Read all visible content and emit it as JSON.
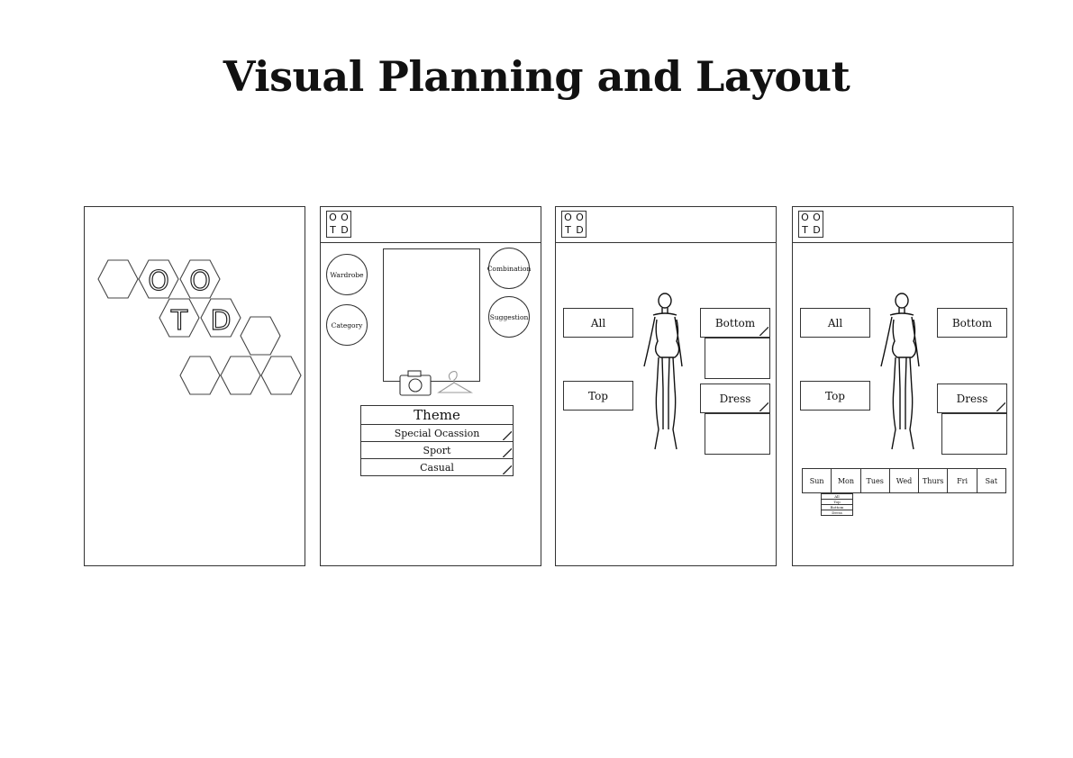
{
  "title": "Visual Planning and Layout",
  "logo": {
    "letters": [
      "O",
      "O",
      "T",
      "D"
    ]
  },
  "screen1": {
    "hex_letters": [
      "O",
      "O",
      "T",
      "D"
    ]
  },
  "screen2": {
    "buttons": {
      "wardrobe": "Wardrobe",
      "category": "Category",
      "combination": "Combination",
      "suggestion": "Suggestion"
    },
    "icons": [
      "camera-icon",
      "hanger-icon"
    ],
    "theme": {
      "header": "Theme",
      "options": [
        "Special  Ocassion",
        "Sport",
        "Casual"
      ]
    }
  },
  "screen3": {
    "all": "All",
    "top": "Top",
    "bottom": "Bottom",
    "dress": "Dress"
  },
  "screen4": {
    "all": "All",
    "top": "Top",
    "bottom": "Bottom",
    "dress": "Dress",
    "days": [
      "Sun",
      "Mon",
      "Tues",
      "Wed",
      "Thurs",
      "Fri",
      "Sat"
    ],
    "menu": [
      "All",
      "Top",
      "Bottom",
      "Dress"
    ]
  },
  "colors": {
    "line": "#333333",
    "background": "#ffffff"
  }
}
